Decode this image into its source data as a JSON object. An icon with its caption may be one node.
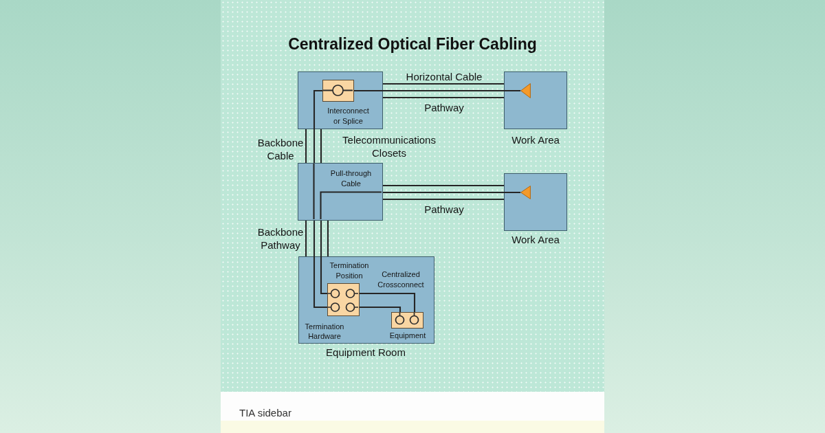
{
  "diagram": {
    "title": "Centralized Optical Fiber Cabling",
    "caption": "TIA sidebar",
    "nodes": [
      {
        "text": [
          "Interconnect or Splice"
        ]
      },
      {
        "text": [],
        "shape": "box",
        "in": 0
      },
      {
        "text": [
          "Work Area"
        ]
      },
      {
        "text": [],
        "shape": "triangle",
        "in": 2
      },
      {
        "text": [
          "Pull-through Cable"
        ]
      },
      {
        "text": [
          "Work Area"
        ]
      },
      {
        "text": [],
        "shape": "triangle",
        "in": 5
      },
      {
        "text": [
          "Termination Position",
          "Centralized Crossconnect",
          "Termination Hardware",
          "Equipment",
          "Equipment Room"
        ]
      },
      {
        "text": [],
        "shape": "box",
        "in": 7
      },
      {
        "text": [],
        "shape": "box",
        "in": 7
      }
    ],
    "edges": [
      {
        "from": 3,
        "to": 1,
        "arrow": "none"
      },
      {
        "from": 1,
        "to": 4,
        "arrow": "none"
      },
      {
        "from": 4,
        "to": 8,
        "arrow": "none"
      },
      {
        "from": 6,
        "to": 4,
        "arrow": "none"
      },
      {
        "from": 4,
        "to": 8,
        "arrow": "none"
      },
      {
        "from": 8,
        "to": 9,
        "arrow": "none"
      },
      {
        "from": 8,
        "to": 9,
        "arrow": "none"
      },
      {
        "from": 0,
        "to": 2,
        "arrow": "none"
      },
      {
        "from": 0,
        "to": 2,
        "arrow": "none"
      },
      {
        "from": 4,
        "to": 5,
        "arrow": "none"
      },
      {
        "from": 4,
        "to": 5,
        "arrow": "none"
      },
      {
        "from": 0,
        "to": 4,
        "arrow": "none"
      },
      {
        "from": 0,
        "to": 4,
        "arrow": "none"
      },
      {
        "from": 4,
        "to": 7,
        "arrow": "none"
      },
      {
        "from": 4,
        "to": 7,
        "arrow": "none"
      }
    ],
    "labels": [
      "Horizontal Cable",
      "Pathway",
      "Backbone Cable",
      "Telecommunications Closets",
      "Pathway",
      "Backbone Pathway"
    ]
  }
}
